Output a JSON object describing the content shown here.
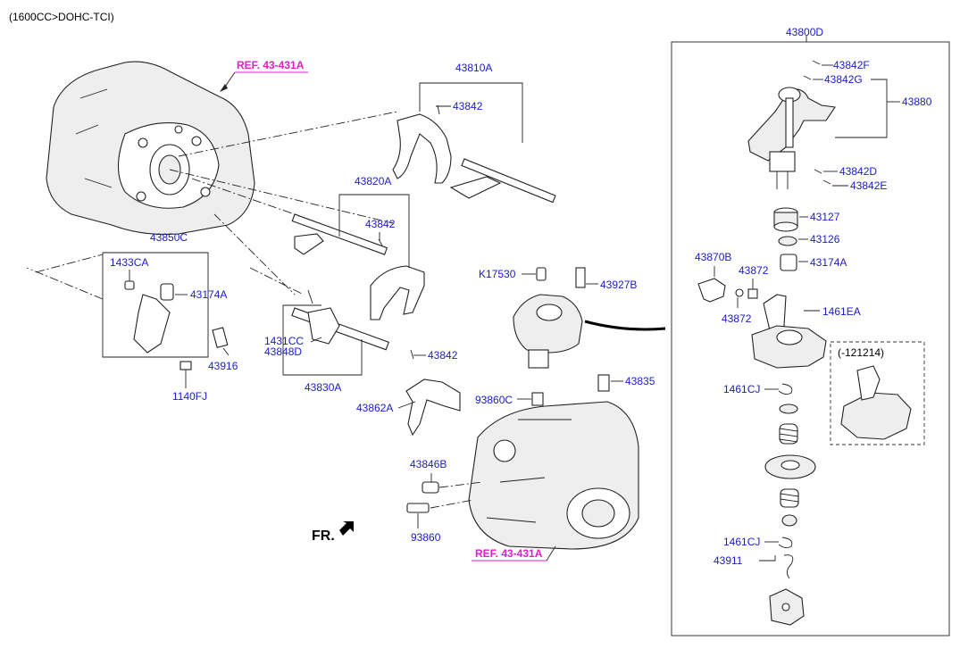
{
  "header": {
    "engine_label": "(1600CC>DOHC-TCI)"
  },
  "refs": {
    "top": "REF. 43-431A",
    "bottom": "REF. 43-431A"
  },
  "direction": {
    "label": "FR."
  },
  "parts": {
    "p43800D": "43800D",
    "p43842F": "43842F",
    "p43842G": "43842G",
    "p43880": "43880",
    "p43842D": "43842D",
    "p43842E": "43842E",
    "p43127": "43127",
    "p43126": "43126",
    "p43870B": "43870B",
    "p43174A_right": "43174A",
    "p43872_a": "43872",
    "p43872_b": "43872",
    "p1461EA": "1461EA",
    "p121214": "(-121214)",
    "p1461CJ_a": "1461CJ",
    "p1461CJ_b": "1461CJ",
    "p43911": "43911",
    "p43810A": "43810A",
    "p43842_a": "43842",
    "p43820A": "43820A",
    "p43842_b": "43842",
    "p43850C": "43850C",
    "p1433CA": "1433CA",
    "p43174A_left": "43174A",
    "p43916": "43916",
    "p1140FJ": "1140FJ",
    "pK17530": "K17530",
    "p43927B": "43927B",
    "p1431CC": "1431CC",
    "p43848D": "43848D",
    "p43842_c": "43842",
    "p43830A": "43830A",
    "p43862A": "43862A",
    "p93860C": "93860C",
    "p43835": "43835",
    "p43846B": "43846B",
    "p93860": "93860"
  }
}
